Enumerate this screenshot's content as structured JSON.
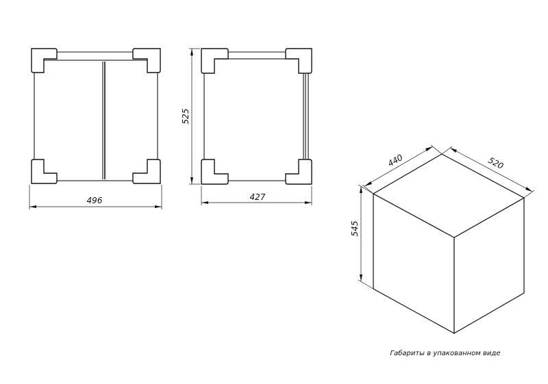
{
  "front_view": {
    "width_label": "496"
  },
  "side_view": {
    "height_label": "525",
    "width_label": "427"
  },
  "package": {
    "depth_label": "440",
    "width_label": "520",
    "height_label": "545",
    "caption": "Габариты в упакованном виде"
  }
}
